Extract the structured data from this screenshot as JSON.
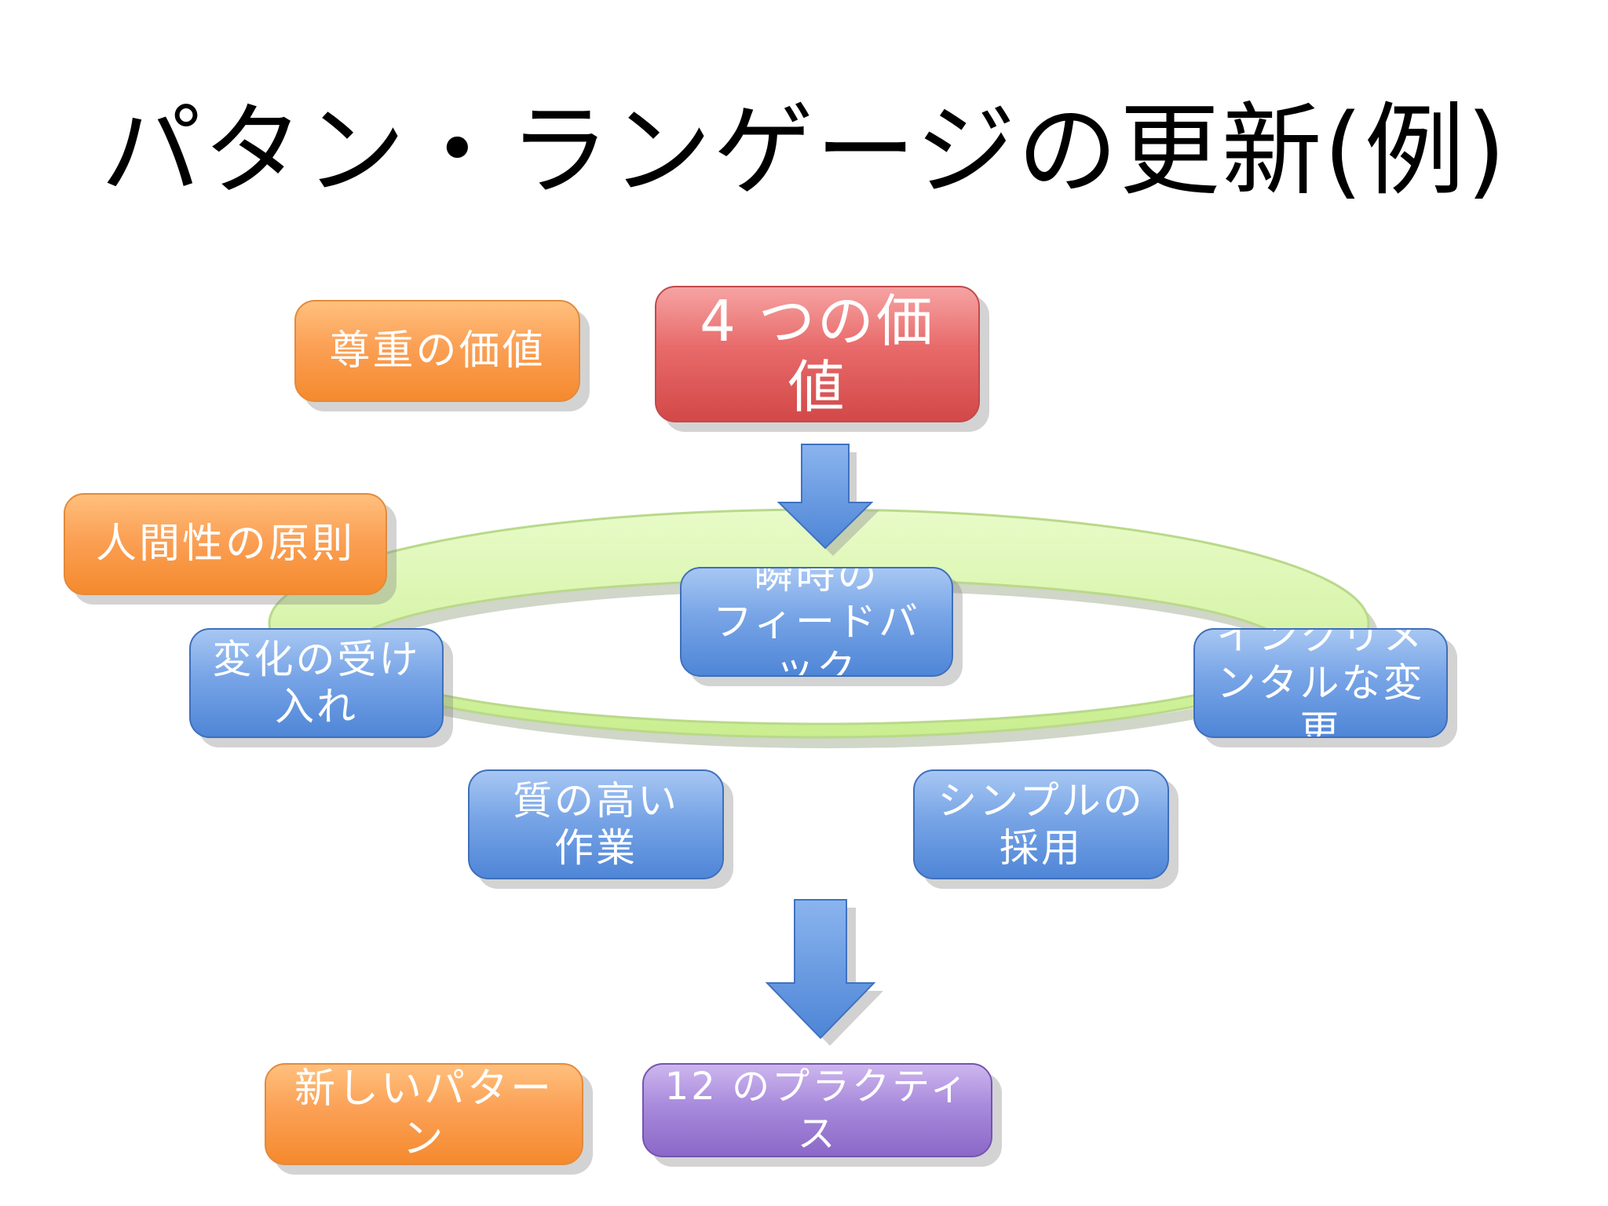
{
  "title": "パタン・ランゲージの更新(例)",
  "left_column": {
    "respect": "尊重の価値",
    "principle": "人間性の原則",
    "new_pattern": "新しいパター\nン"
  },
  "four_values": "4 つの価値",
  "practices_ring": {
    "feedback": "瞬時の\nフィードバック",
    "incremental": "インクリメ\nンタルな変\n更",
    "embrace_change": "変化の受け\n入れ",
    "quality": "質の高い\n作業",
    "simplicity": "シンプルの\n採用"
  },
  "twelve_practices": "12 のプラクティ\nス",
  "colors": {
    "orange": "#f9994a",
    "red": "#e05c5c",
    "blue": "#6797de",
    "purple": "#9f7fd6",
    "ring": "#d6f5a0",
    "arrow": "#5a8fd8"
  }
}
